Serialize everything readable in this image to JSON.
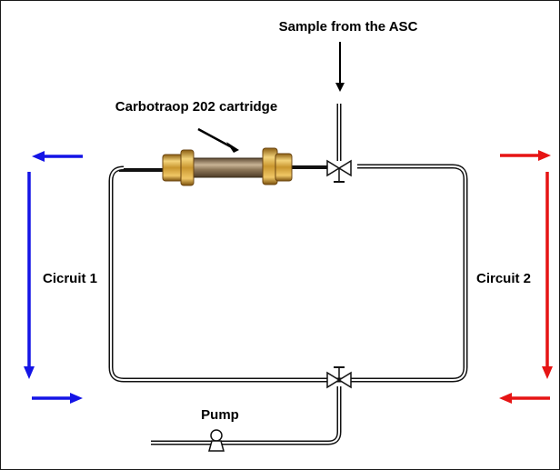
{
  "labels": {
    "sample_source": "Sample from the ASC",
    "cartridge": "Carbotraop 202 cartridge",
    "circuit_1": "Cicruit 1",
    "circuit_2": "Circuit 2",
    "pump": "Pump"
  },
  "colors": {
    "circuit_1_arrows": "#1414e6",
    "circuit_2_arrows": "#e61414",
    "tubing": "#111111",
    "cartridge_brass": "#c9962e",
    "cartridge_body": "#8c7658"
  },
  "icons": {
    "valve": "two-way-valve-icon",
    "pump": "pump-icon",
    "cartridge": "cartridge-icon"
  }
}
